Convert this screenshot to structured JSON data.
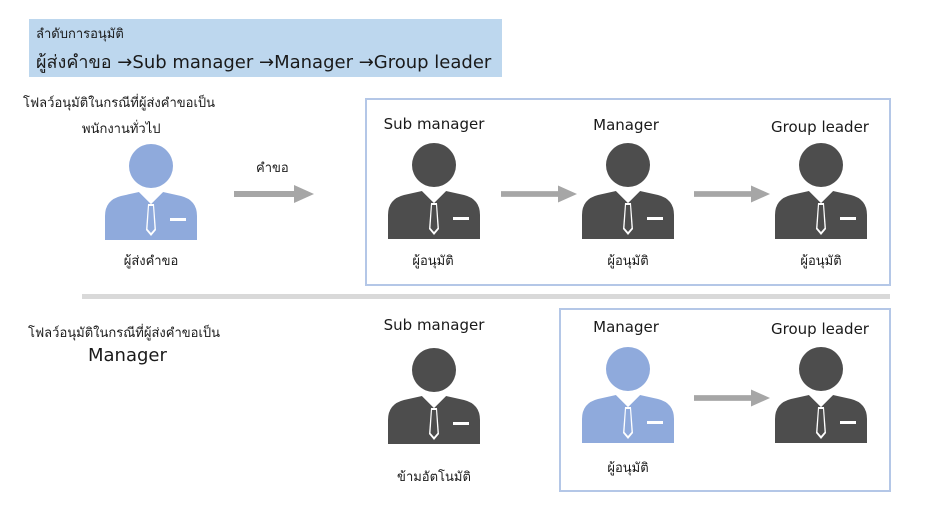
{
  "title_box": {
    "heading": "ลำดับการอนุมัติ",
    "chain": "ผู้ส่งคำขอ →Sub manager →Manager →Group leader"
  },
  "flow1": {
    "caption_line1": "โฟลว์อนุมัติในกรณีที่ผู้ส่งคำขอเป็น",
    "caption_line2": "พนักงานทั่วไป",
    "request_label": "คำขอ",
    "requester_label": "ผู้ส่งคำขอ",
    "roles": [
      "Sub manager",
      "Manager",
      "Group leader"
    ],
    "approver_labels": [
      "ผู้อนุมัติ",
      "ผู้อนุมัติ",
      "ผู้อนุมัติ"
    ]
  },
  "flow2": {
    "caption_line1": "โฟลว์อนุมัติในกรณีที่ผู้ส่งคำขอเป็น",
    "caption_line2": "Manager",
    "roles": [
      "Sub manager",
      "Manager",
      "Group leader"
    ],
    "skip_label": "ข้ามอัตโนมัติ",
    "approver_label": "ผู้อนุมัติ"
  },
  "colors": {
    "title_bg": "#bdd7ee",
    "frame": "#b4c7e7",
    "person_dark": "#4d4d4d",
    "person_blue": "#8faadc",
    "arrow": "#a6a6a6",
    "divider": "#d9d9d9"
  },
  "icons": [
    "person-icon",
    "arrow-right-icon"
  ]
}
